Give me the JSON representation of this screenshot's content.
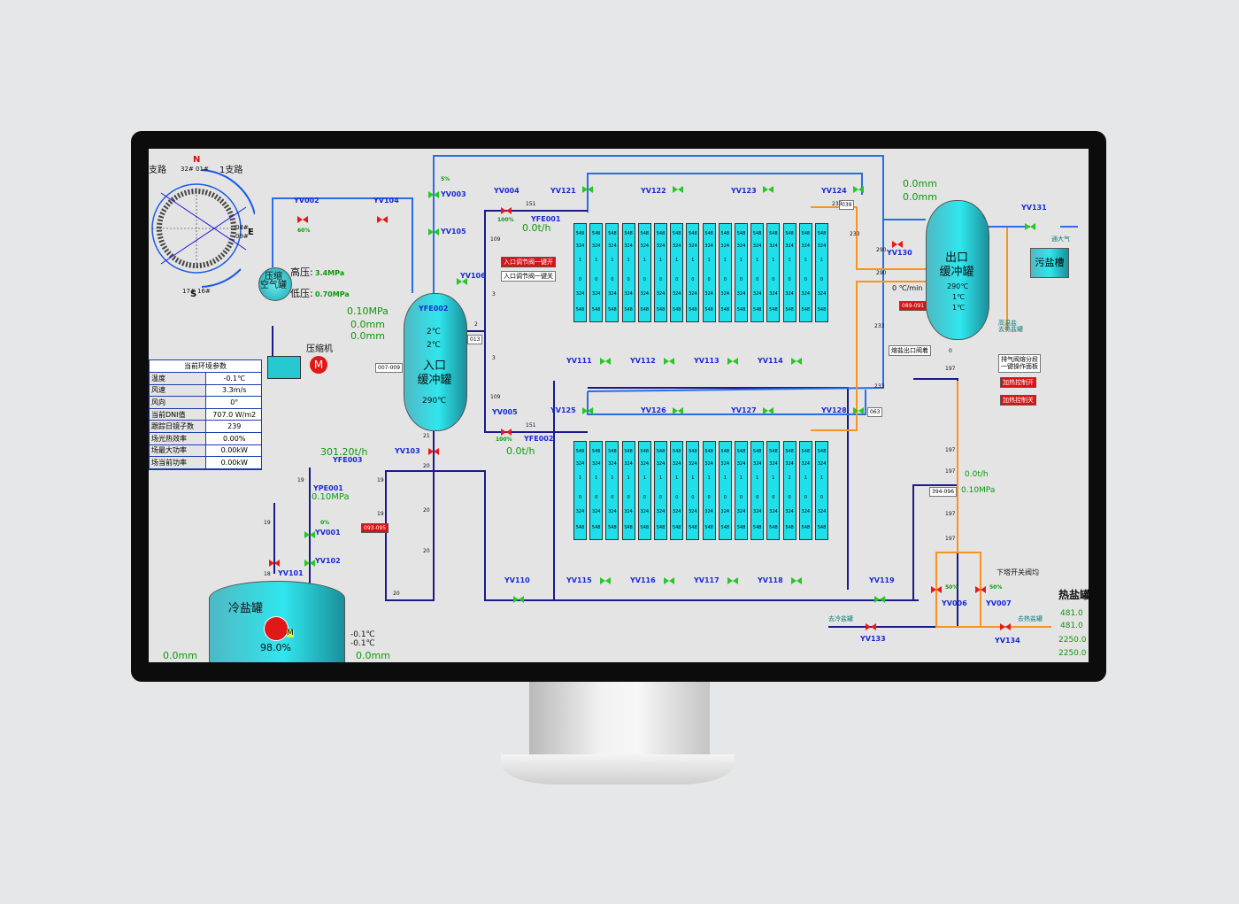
{
  "compass": {
    "north": "N",
    "south": "S",
    "east": "E",
    "branch_left": "支路",
    "branch_right": "1支路",
    "top_label": "32# 01#",
    "right_label1": "08#",
    "right_label2": "09#",
    "bottom_label": "17# 16#"
  },
  "air": {
    "tank": "压缩\n空气罐",
    "high_label": "高压:",
    "high_value": "3.4MPa",
    "low_label": "低压:",
    "low_value": "0.70MPa",
    "compressor": "压缩机",
    "motor": "M"
  },
  "env": {
    "header": "当前环境参数",
    "rows": [
      {
        "label": "温度",
        "value": "-0.1℃"
      },
      {
        "label": "风速",
        "value": "3.3m/s"
      },
      {
        "label": "风向",
        "value": "0°"
      },
      {
        "label": "当前DNI值",
        "value": "707.0 W/m2"
      },
      {
        "label": "跟踪日镜子数",
        "value": "239"
      },
      {
        "label": "场光热效率",
        "value": "0.00%"
      },
      {
        "label": "场最大功率",
        "value": "0.00kW"
      },
      {
        "label": "场当前功率",
        "value": "0.00kW"
      }
    ]
  },
  "inlet_tank": {
    "name": "入口\n缓冲罐",
    "t1": "2℃",
    "t2": "2℃",
    "t3": "290℃",
    "pressure": "0.10MPa",
    "level1": "0.0mm",
    "level2": "0.0mm",
    "flow_id": "YFE002",
    "range_box": "007-009",
    "tag013": "013"
  },
  "outlet_tank": {
    "name": "出口\n缓冲罐",
    "t1": "290℃",
    "t2": "1℃",
    "t3": "1℃",
    "level1": "0.0mm",
    "level2": "0.0mm",
    "rate": "0 ℃/min",
    "alarm": "089-091",
    "box_label": "熔盐出口阀着"
  },
  "cold_tank": {
    "name": "冷盐罐",
    "level_pct": "98.0%",
    "level": "0.0mm",
    "t1": "-0.1℃",
    "t2": "-0.1℃",
    "level_right": "0.0mm",
    "pump_tag": "M"
  },
  "hot_tank": {
    "name": "热盐罐",
    "v1": "481.0",
    "v2": "481.0",
    "v3": "2250.0",
    "v4": "2250.0"
  },
  "sewage_tank": "污盐槽",
  "valves": {
    "YV002": "YV002",
    "YV104": "YV104",
    "YV003": "YV003",
    "YV105": "YV105",
    "YV004": "YV004",
    "YV005": "YV005",
    "YV106": "YV106",
    "YV103": "YV103",
    "YV101": "YV101",
    "YV102": "YV102",
    "YV001": "YV001",
    "YV110": "YV110",
    "YV119": "YV119",
    "YV130": "YV130",
    "YV131": "YV131",
    "YV133": "YV133",
    "YV134": "YV134",
    "YV006": "YV006",
    "YV007": "YV007",
    "top": [
      "YV121",
      "YV122",
      "YV123",
      "YV124"
    ],
    "mid": [
      "YV111",
      "YV112",
      "YV113",
      "YV114"
    ],
    "lowtop": [
      "YV125",
      "YV126",
      "YV127",
      "YV128"
    ],
    "bottom": [
      "YV115",
      "YV116",
      "YV117",
      "YV118"
    ]
  },
  "flows": {
    "YFE001": "YFE001",
    "YFE003": "YFE003",
    "YPE001": "YPE001",
    "yfe001_value": "0.0t/h",
    "yfe002_value": "0.0t/h",
    "yfe003_value": "301.20t/h",
    "ype001_value": "0.10MPa",
    "out_flow": "0.0t/h",
    "out_press": "0.10MPa"
  },
  "percents": {
    "yv002": "60%",
    "yv003": "5%",
    "yv004": "100%",
    "yv005": "100%",
    "yv001": "0%",
    "yv006": "50%",
    "yv007": "50%"
  },
  "buttons": {
    "inlet_reg": "入口调节阀一键开",
    "inlet_reg_close": "入口调节阀一键关",
    "exhaust": "排气阀熔分段\n一键操作面板",
    "heat1": "加热控制开",
    "heat2": "加热控制关"
  },
  "notes": {
    "to_atm": "通大气",
    "to_hot": "去热盐罐",
    "to_cold": "去冷盐罐",
    "to_hot2": "去热盐罐",
    "down_tower": "下塔开关阀均",
    "sewage_note": "高温盐\n去热盐罐"
  },
  "panel_rows": {
    "r1": "548",
    "r2": "324",
    "r3": "1",
    "r4": "0",
    "r5": "324",
    "r6": "548"
  },
  "line_labels": [
    "151",
    "109",
    "109",
    "151",
    "2",
    "3",
    "3",
    "21",
    "20",
    "20",
    "20",
    "20",
    "19",
    "19",
    "19",
    "19",
    "18",
    "233",
    "233",
    "233",
    "233",
    "290",
    "290",
    "197",
    "197",
    "197",
    "197",
    "197",
    "063",
    "039",
    "0"
  ],
  "small": {
    "b394": "394-096",
    "b093": "093-095",
    "b039": "039",
    "cold_id": "冷盐"
  }
}
